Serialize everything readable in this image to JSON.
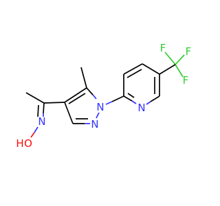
{
  "molecule": {
    "atoms": [
      {
        "id": "F1",
        "label": "F"
      },
      {
        "id": "F2",
        "label": "F"
      },
      {
        "id": "F3",
        "label": "F"
      },
      {
        "id": "N_pyridine",
        "label": "N"
      },
      {
        "id": "N1_pyrazole",
        "label": "N"
      },
      {
        "id": "N2_pyrazole",
        "label": "N"
      },
      {
        "id": "N_oxime",
        "label": "N"
      },
      {
        "id": "O_oxime",
        "label": "O"
      },
      {
        "id": "H_oxime",
        "label": "H"
      }
    ]
  },
  "colors": {
    "carbon": "#000000",
    "nitrogen": "#3333ff",
    "oxygen": "#ff0d0d",
    "fluorine": "#33cc33",
    "background": "#ffffff"
  }
}
